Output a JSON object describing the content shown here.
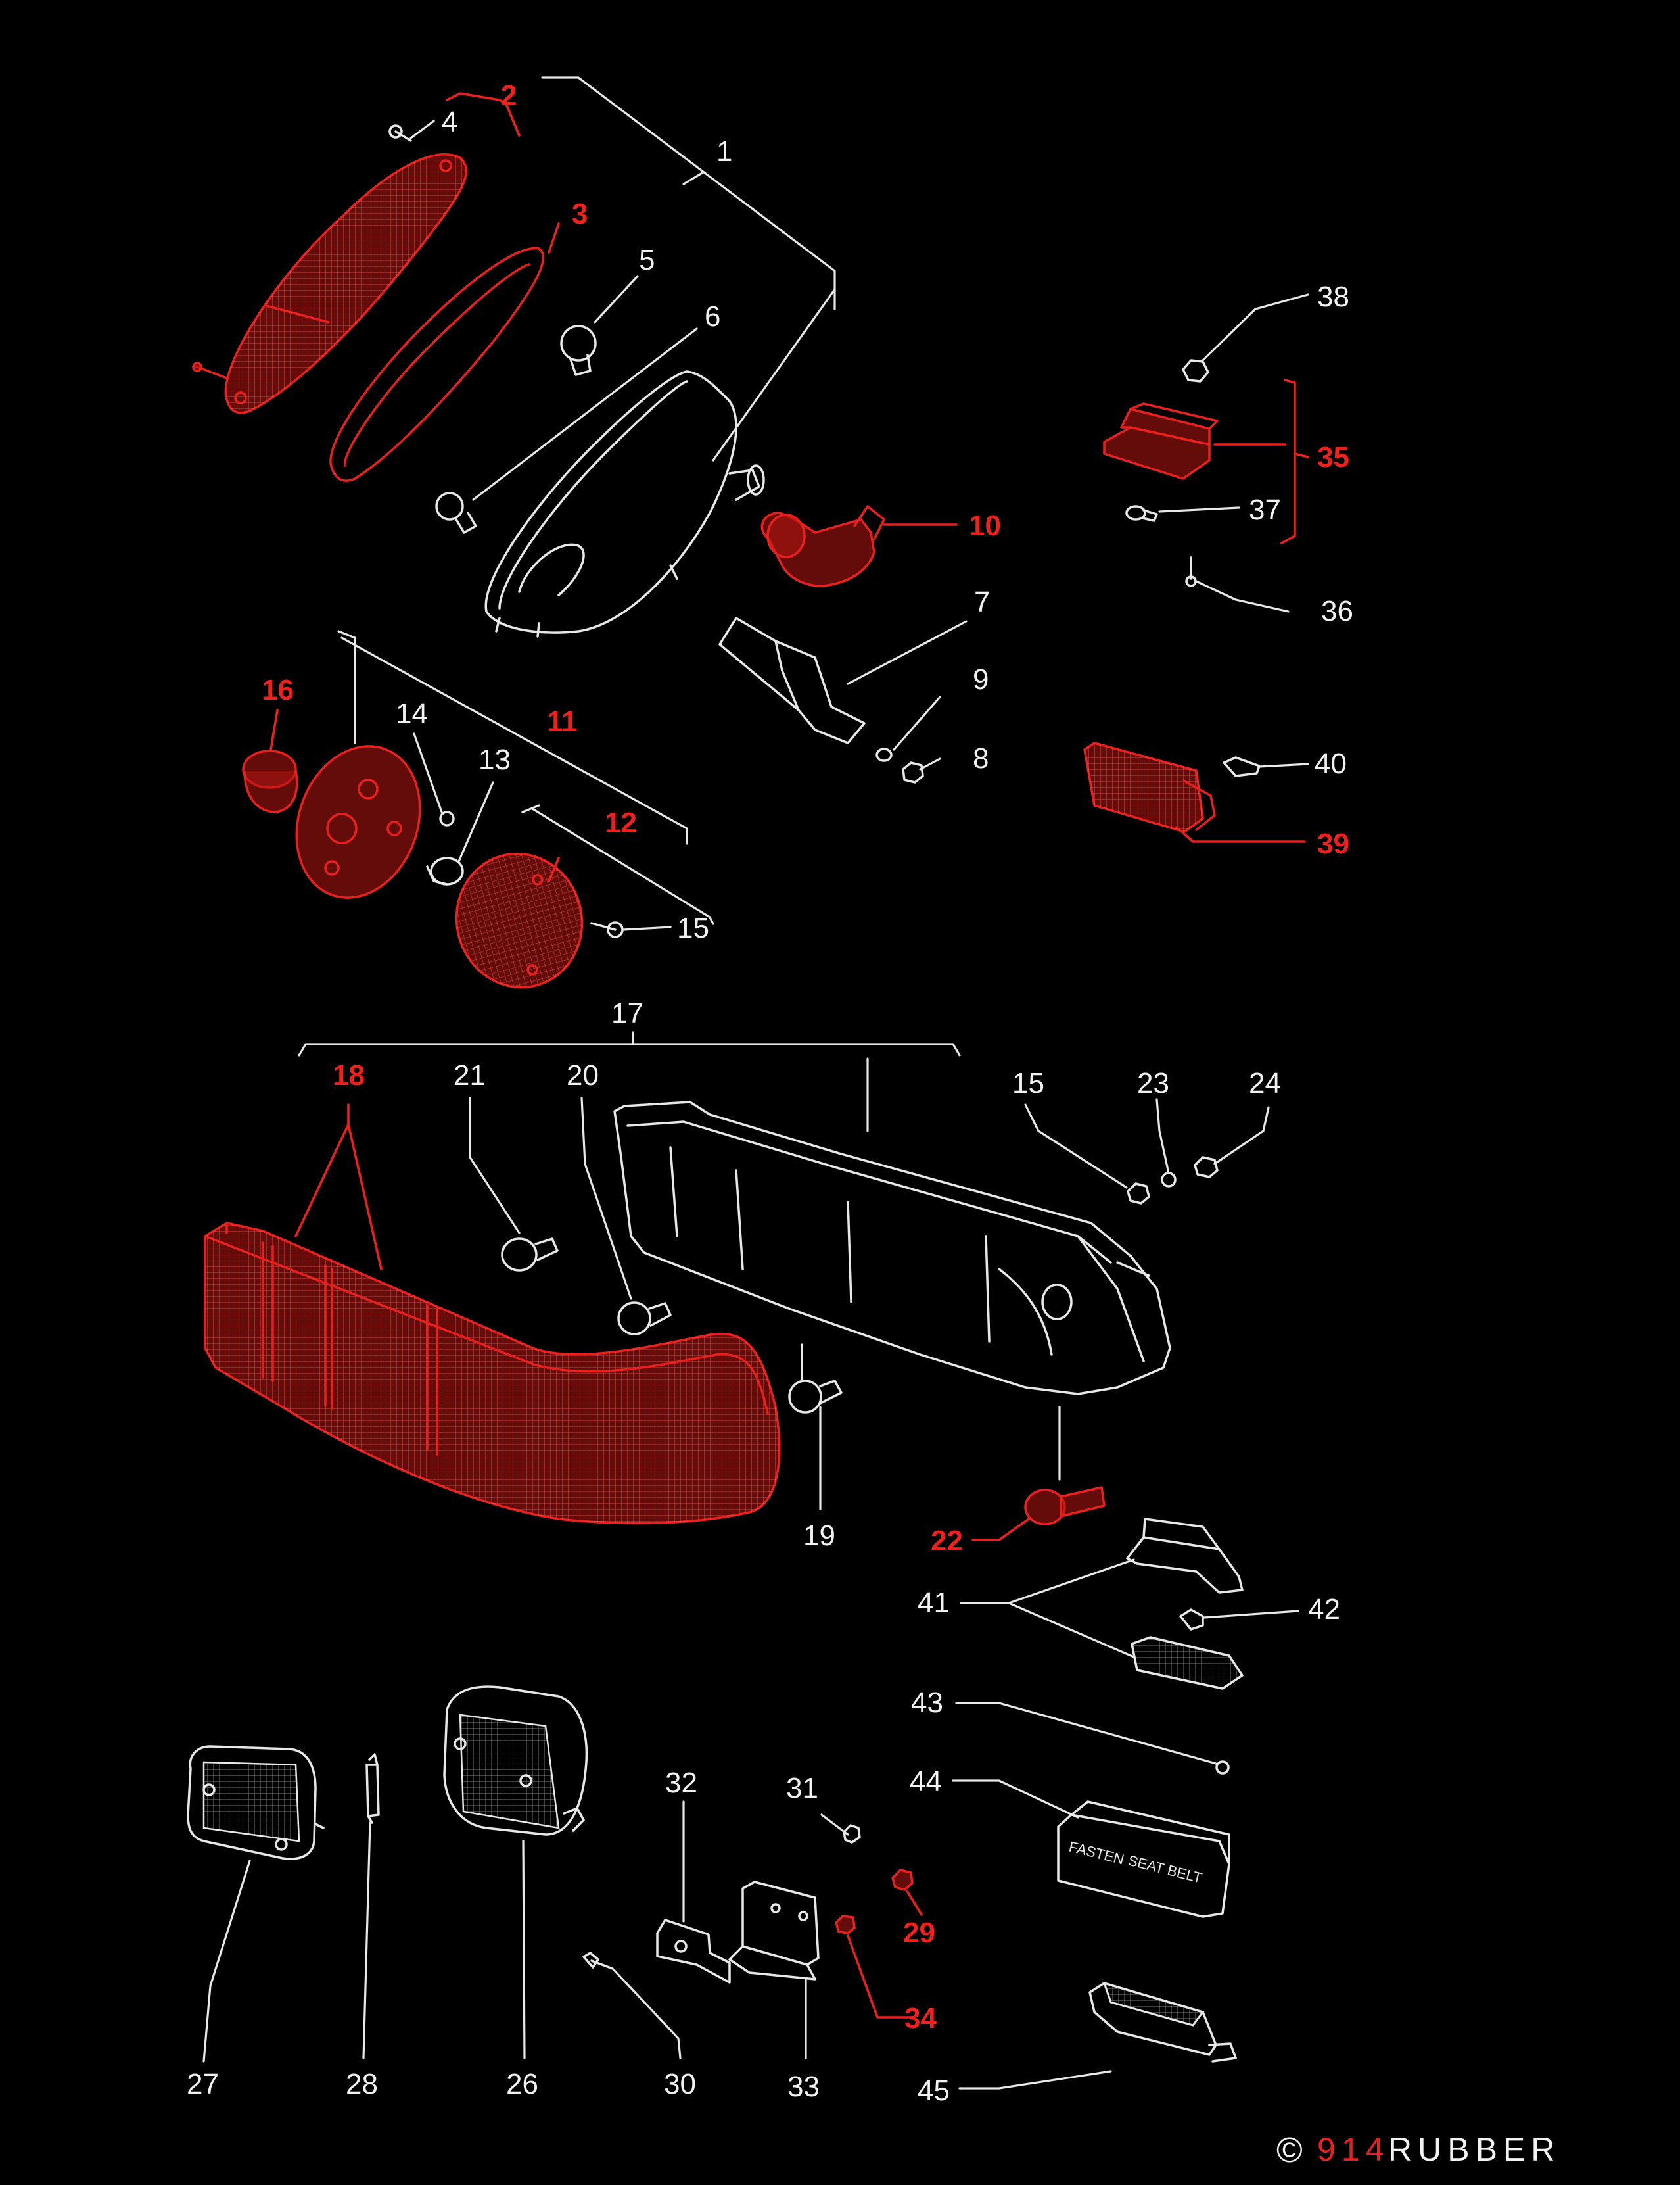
{
  "diagram": {
    "callouts": [
      {
        "id": "1",
        "text": "1",
        "highlight": false
      },
      {
        "id": "2",
        "text": "2",
        "highlight": true
      },
      {
        "id": "3",
        "text": "3",
        "highlight": true
      },
      {
        "id": "4",
        "text": "4",
        "highlight": false
      },
      {
        "id": "5",
        "text": "5",
        "highlight": false
      },
      {
        "id": "6",
        "text": "6",
        "highlight": false
      },
      {
        "id": "7",
        "text": "7",
        "highlight": false
      },
      {
        "id": "8",
        "text": "8",
        "highlight": false
      },
      {
        "id": "9",
        "text": "9",
        "highlight": false
      },
      {
        "id": "10",
        "text": "10",
        "highlight": true
      },
      {
        "id": "11",
        "text": "11",
        "highlight": true
      },
      {
        "id": "12",
        "text": "12",
        "highlight": true
      },
      {
        "id": "13",
        "text": "13",
        "highlight": false
      },
      {
        "id": "14",
        "text": "14",
        "highlight": false
      },
      {
        "id": "15a",
        "text": "15",
        "highlight": false
      },
      {
        "id": "16",
        "text": "16",
        "highlight": true
      },
      {
        "id": "17",
        "text": "17",
        "highlight": false
      },
      {
        "id": "18",
        "text": "18",
        "highlight": true
      },
      {
        "id": "19",
        "text": "19",
        "highlight": false
      },
      {
        "id": "20",
        "text": "20",
        "highlight": false
      },
      {
        "id": "21",
        "text": "21",
        "highlight": false
      },
      {
        "id": "22",
        "text": "22",
        "highlight": true
      },
      {
        "id": "15b",
        "text": "15",
        "highlight": false
      },
      {
        "id": "23",
        "text": "23",
        "highlight": false
      },
      {
        "id": "24",
        "text": "24",
        "highlight": false
      },
      {
        "id": "26",
        "text": "26",
        "highlight": false
      },
      {
        "id": "27",
        "text": "27",
        "highlight": false
      },
      {
        "id": "28",
        "text": "28",
        "highlight": false
      },
      {
        "id": "29",
        "text": "29",
        "highlight": true
      },
      {
        "id": "30",
        "text": "30",
        "highlight": false
      },
      {
        "id": "31",
        "text": "31",
        "highlight": false
      },
      {
        "id": "32",
        "text": "32",
        "highlight": false
      },
      {
        "id": "33",
        "text": "33",
        "highlight": false
      },
      {
        "id": "34",
        "text": "34",
        "highlight": true
      },
      {
        "id": "35",
        "text": "35",
        "highlight": true
      },
      {
        "id": "36",
        "text": "36",
        "highlight": false
      },
      {
        "id": "37",
        "text": "37",
        "highlight": false
      },
      {
        "id": "38",
        "text": "38",
        "highlight": false
      },
      {
        "id": "39",
        "text": "39",
        "highlight": true
      },
      {
        "id": "40",
        "text": "40",
        "highlight": false
      },
      {
        "id": "41",
        "text": "41",
        "highlight": false
      },
      {
        "id": "42",
        "text": "42",
        "highlight": false
      },
      {
        "id": "43",
        "text": "43",
        "highlight": false
      },
      {
        "id": "44",
        "text": "44",
        "highlight": false
      },
      {
        "id": "45",
        "text": "45",
        "highlight": false
      }
    ],
    "part_markings": {
      "seatbelt_line1": "FASTEN",
      "seatbelt_line2": "SEAT BELT"
    }
  },
  "branding": {
    "copyright_symbol": "©",
    "logo_number": "914",
    "logo_word": "RUBBER"
  },
  "colors": {
    "background": "#000000",
    "line_art": "#e8e8e8",
    "highlight": "#e8201e"
  }
}
